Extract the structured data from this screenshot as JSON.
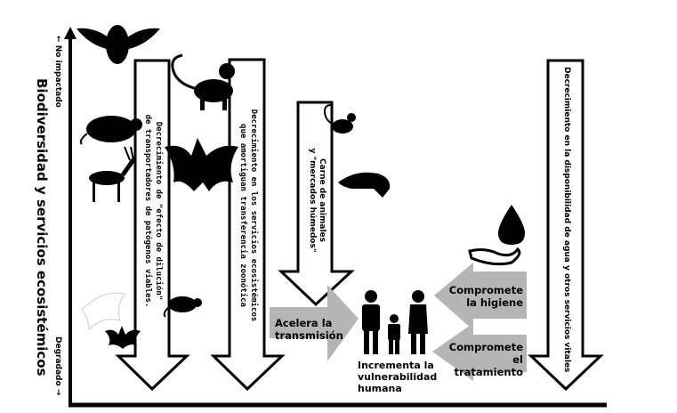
{
  "axis": {
    "title": "Biodiversidad y servicios ecosistémicos",
    "top_label": "No impactado",
    "bottom_label": "Degradado"
  },
  "arrows": {
    "dilution": {
      "line1": "Decrecimiento de \"efecto de dilución\"",
      "line2": "de transportadores de patógenos viables."
    },
    "services": {
      "line1": "Decrecimiento en los servicios ecosistémicos",
      "line2": "que amortiguan transferencia zoonótica"
    },
    "markets": {
      "line1": "Carne de animales",
      "line2": "y \"mercados húmedos\""
    },
    "water": {
      "line1": "Decrecimiento en la disponibilidad de agua y otros servicios vitales"
    }
  },
  "gray_arrows": {
    "accelerates": {
      "line1": "Acelera la",
      "line2": "transmisión"
    },
    "hygiene": {
      "line1": "Compromete",
      "line2": "la higiene"
    },
    "treatment": {
      "line1": "Compromete",
      "line2": "el tratamiento"
    }
  },
  "center": {
    "line1": "Incrementa la",
    "line2": "vulnerabilidad",
    "line3": "humana"
  },
  "colors": {
    "gray_arrow": "#b5b5b5",
    "ink": "#000000"
  }
}
